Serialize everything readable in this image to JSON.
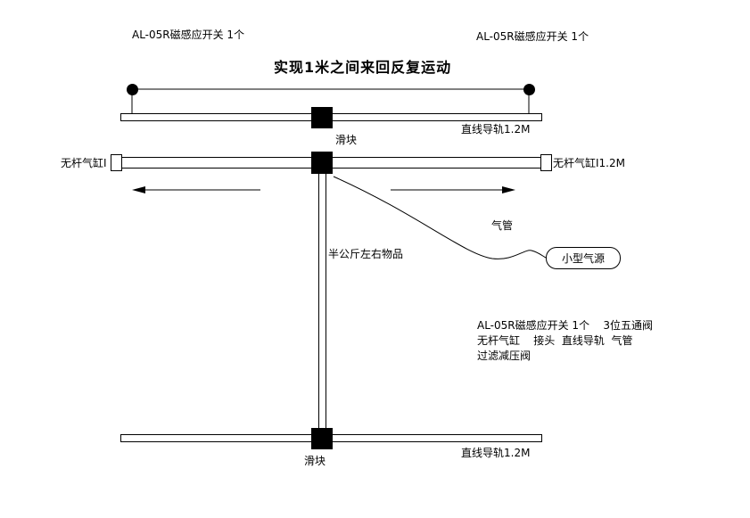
{
  "title": "实现1米之间来回反复运动",
  "sensors": {
    "left_label": "AL-05R磁感应开关 1个",
    "right_label": "AL-05R磁感应开关 1个"
  },
  "top_rail": {
    "slider_label": "滑块",
    "rail_label": "直线导轨1.2M"
  },
  "cylinder": {
    "left_label": "无杆气缸I",
    "right_label": "无杆气缸I1.2M"
  },
  "tube": {
    "label": "气管"
  },
  "air_source": {
    "label": "小型气源"
  },
  "load": {
    "label": "半公斤左右物品"
  },
  "parts_list": {
    "line1": "AL-05R磁感应开关 1个    3位五通阀",
    "line2": "无杆气缸    接头  直线导轨  气管",
    "line3": "过滤减压阀"
  },
  "bottom_rail": {
    "slider_label": "滑块",
    "rail_label": "直线导轨1.2M"
  },
  "colors": {
    "ink": "#000000",
    "background": "#ffffff"
  }
}
